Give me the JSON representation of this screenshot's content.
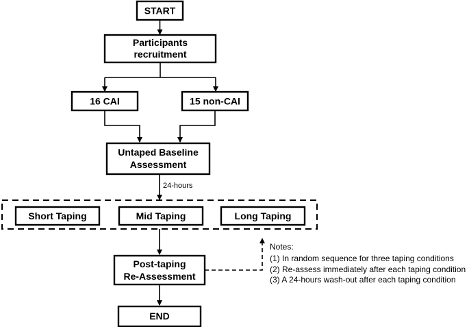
{
  "boxes": {
    "start": "START",
    "recruitment_line1": "Participants",
    "recruitment_line2": "recruitment",
    "cai": "16 CAI",
    "non_cai": "15 non-CAI",
    "baseline_line1": "Untaped Baseline",
    "baseline_line2": "Assessment",
    "short_taping": "Short Taping",
    "mid_taping": "Mid Taping",
    "long_taping": "Long Taping",
    "post_line1": "Post-taping",
    "post_line2": "Re-Assessment",
    "end": "END"
  },
  "interval_label": "24-hours",
  "notes": {
    "title": "Notes:",
    "items": [
      "(1) In random sequence for three taping conditions",
      "(2) Re-assess immediately after each taping condition",
      "(3) A 24-hours wash-out after each taping condition"
    ]
  },
  "colors": {
    "stroke": "#000000",
    "background": "#ffffff"
  }
}
